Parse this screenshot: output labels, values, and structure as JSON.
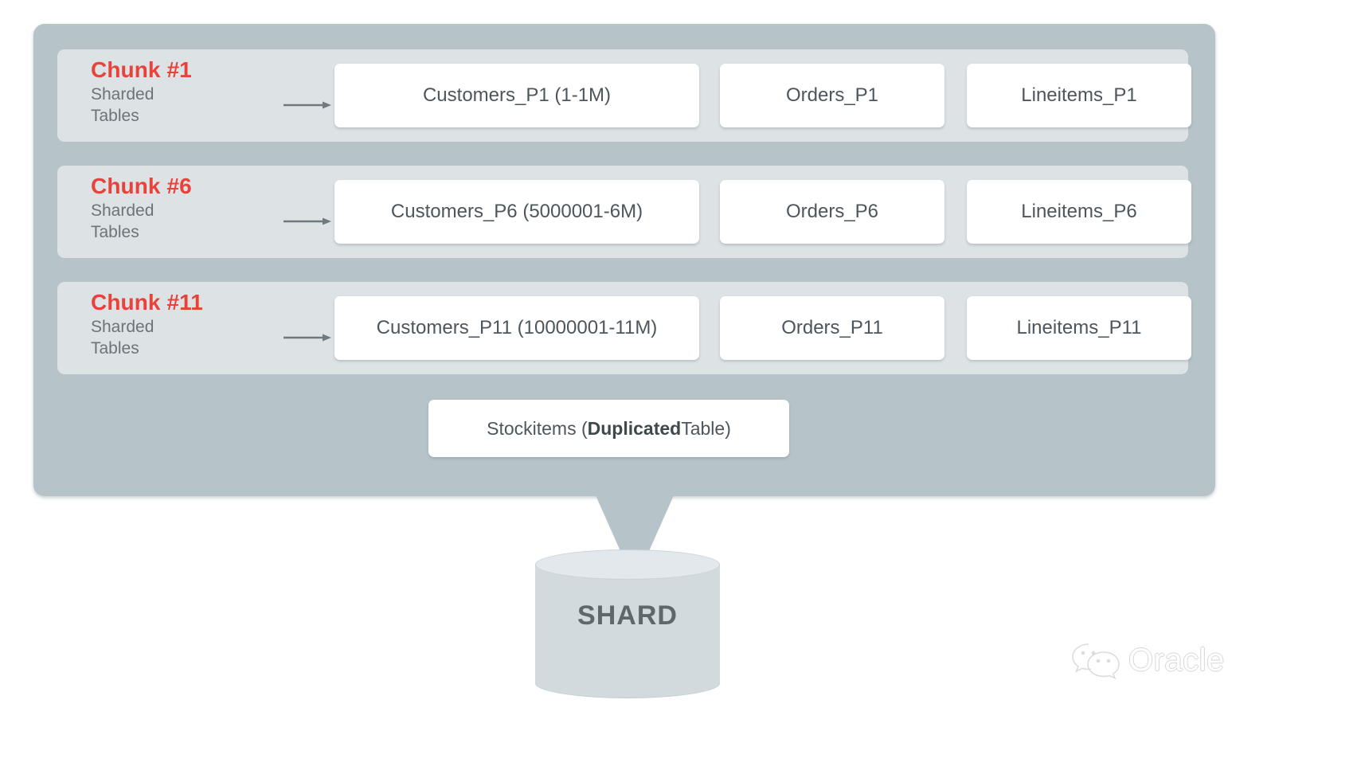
{
  "diagram": {
    "title": "Oracle Sharding Shard Layout",
    "colors": {
      "panel": "#b6c3c9",
      "chunk_row": "#dde2e5",
      "chunk_accent": "#e8433b",
      "table_box": "#ffffff",
      "text": "#4c565c",
      "cylinder": "#d2dade"
    }
  },
  "chunks": [
    {
      "title": "Chunk #1",
      "subtitle_line1": "Sharded",
      "subtitle_line2": "Tables",
      "arrow": "arrow-right-icon",
      "tables": [
        "Customers_P1 (1-1M)",
        "Orders_P1",
        "Lineitems_P1"
      ]
    },
    {
      "title": "Chunk #6",
      "subtitle_line1": "Sharded",
      "subtitle_line2": "Tables",
      "arrow": "arrow-right-icon",
      "tables": [
        "Customers_P6 (5000001-6M)",
        "Orders_P6",
        "Lineitems_P6"
      ]
    },
    {
      "title": "Chunk #11",
      "subtitle_line1": "Sharded",
      "subtitle_line2": "Tables",
      "arrow": "arrow-right-icon",
      "tables": [
        "Customers_P11 (10000001-11M)",
        "Orders_P11",
        "Lineitems_P11"
      ]
    }
  ],
  "duplicated_table": {
    "prefix": "Stockitems (",
    "emphasis": "Duplicated",
    "suffix": " Table)"
  },
  "shard": {
    "label": "SHARD",
    "connector": "funnel-arrow-icon"
  },
  "watermark": {
    "icon": "wechat-icon",
    "text": "Oracle"
  }
}
